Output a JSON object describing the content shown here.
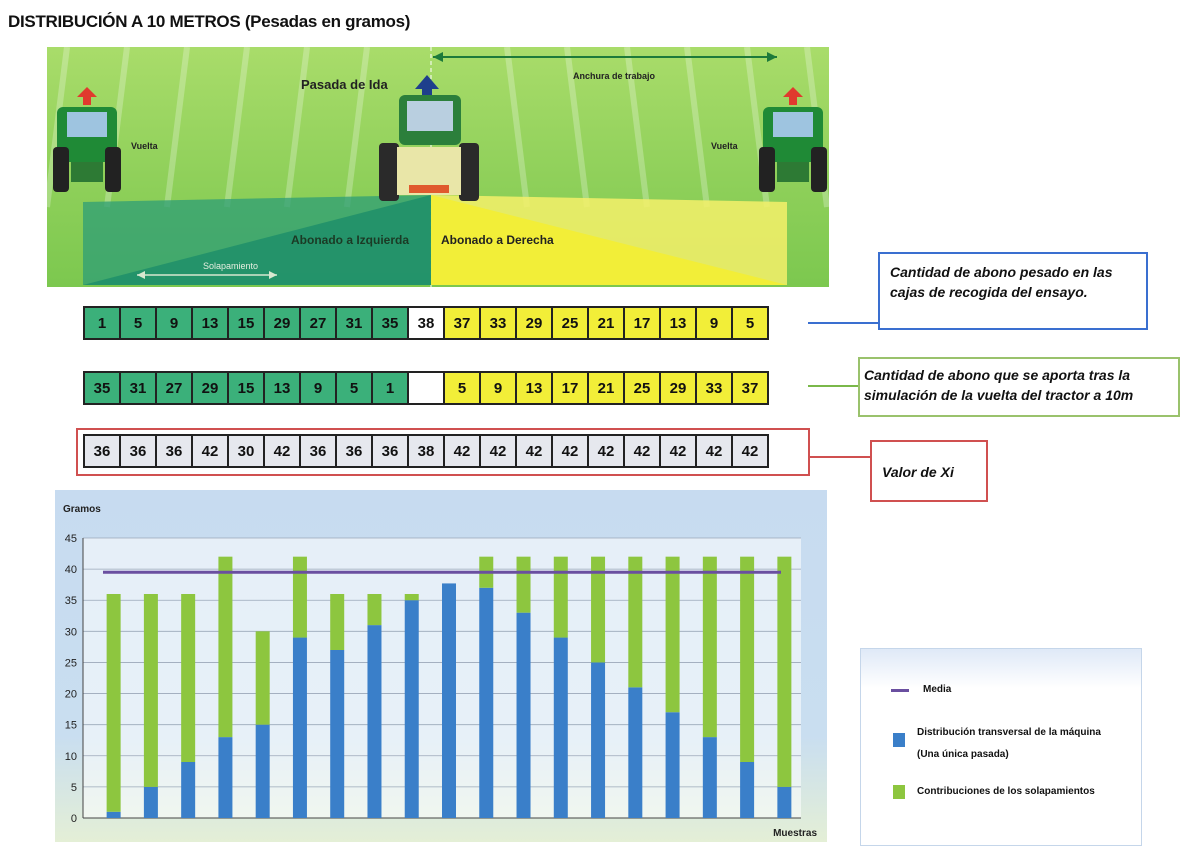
{
  "title": "DISTRIBUCIÓN A 10 METROS (Pesadas en gramos)",
  "diagram": {
    "pasada_label": "Pasada de Ida",
    "anchura_label": "Anchura de trabajo",
    "vuelta_left": "Vuelta",
    "vuelta_right": "Vuelta",
    "izquierda_label": "Abonado a Izquierda",
    "derecha_label": "Abonado a Derecha",
    "solapamiento_label": "Solapamiento"
  },
  "rows": {
    "measured": [
      {
        "v": "1",
        "c": "g"
      },
      {
        "v": "5",
        "c": "g"
      },
      {
        "v": "9",
        "c": "g"
      },
      {
        "v": "13",
        "c": "g"
      },
      {
        "v": "15",
        "c": "g"
      },
      {
        "v": "29",
        "c": "g"
      },
      {
        "v": "27",
        "c": "g"
      },
      {
        "v": "31",
        "c": "g"
      },
      {
        "v": "35",
        "c": "g"
      },
      {
        "v": "38",
        "c": "w"
      },
      {
        "v": "37",
        "c": "y"
      },
      {
        "v": "33",
        "c": "y"
      },
      {
        "v": "29",
        "c": "y"
      },
      {
        "v": "25",
        "c": "y"
      },
      {
        "v": "21",
        "c": "y"
      },
      {
        "v": "17",
        "c": "y"
      },
      {
        "v": "13",
        "c": "y"
      },
      {
        "v": "9",
        "c": "y"
      },
      {
        "v": "5",
        "c": "y"
      }
    ],
    "simulated": [
      {
        "v": "35",
        "c": "g"
      },
      {
        "v": "31",
        "c": "g"
      },
      {
        "v": "27",
        "c": "g"
      },
      {
        "v": "29",
        "c": "g"
      },
      {
        "v": "15",
        "c": "g"
      },
      {
        "v": "13",
        "c": "g"
      },
      {
        "v": "9",
        "c": "g"
      },
      {
        "v": "5",
        "c": "g"
      },
      {
        "v": "1",
        "c": "g"
      },
      {
        "v": "",
        "c": "w"
      },
      {
        "v": "5",
        "c": "y"
      },
      {
        "v": "9",
        "c": "y"
      },
      {
        "v": "13",
        "c": "y"
      },
      {
        "v": "17",
        "c": "y"
      },
      {
        "v": "21",
        "c": "y"
      },
      {
        "v": "25",
        "c": "y"
      },
      {
        "v": "29",
        "c": "y"
      },
      {
        "v": "33",
        "c": "y"
      },
      {
        "v": "37",
        "c": "y"
      }
    ],
    "xi": [
      {
        "v": "36",
        "c": "l"
      },
      {
        "v": "36",
        "c": "l"
      },
      {
        "v": "36",
        "c": "l"
      },
      {
        "v": "42",
        "c": "l"
      },
      {
        "v": "30",
        "c": "l"
      },
      {
        "v": "42",
        "c": "l"
      },
      {
        "v": "36",
        "c": "l"
      },
      {
        "v": "36",
        "c": "l"
      },
      {
        "v": "36",
        "c": "l"
      },
      {
        "v": "38",
        "c": "l"
      },
      {
        "v": "42",
        "c": "l"
      },
      {
        "v": "42",
        "c": "l"
      },
      {
        "v": "42",
        "c": "l"
      },
      {
        "v": "42",
        "c": "l"
      },
      {
        "v": "42",
        "c": "l"
      },
      {
        "v": "42",
        "c": "l"
      },
      {
        "v": "42",
        "c": "l"
      },
      {
        "v": "42",
        "c": "l"
      },
      {
        "v": "42",
        "c": "l"
      }
    ]
  },
  "notes": {
    "note1_line1": "Cantidad de abono pesado en las",
    "note1_line2": "cajas de recogida del ensayo.",
    "note2_line1": "Cantidad de abono que se aporta tras la",
    "note2_line2": "simulación de la vuelta del tractor a 10m",
    "note3": "Valor de Xi"
  },
  "colors": {
    "green_cell": "#3bb07a",
    "yellow_cell": "#f2ee38",
    "bar_blue": "#3a7fc9",
    "bar_green": "#8dc63f",
    "media_line": "#6a4fa0"
  },
  "chart_data": {
    "type": "bar",
    "stacked": true,
    "ylabel": "Gramos",
    "xlabel": "Muestras",
    "ylim": [
      0,
      45
    ],
    "yticks": [
      0,
      5,
      10,
      15,
      20,
      25,
      30,
      35,
      40,
      45
    ],
    "grid": true,
    "legend_position": "right",
    "series": [
      {
        "name": "Distribución transversal de la máquina (Una única pasada)",
        "color": "#3a7fc9",
        "values": [
          1,
          5,
          9,
          13,
          15,
          29,
          27,
          31,
          35,
          37.7,
          37,
          33,
          29,
          25,
          21,
          17,
          13,
          9,
          5
        ]
      },
      {
        "name": "Contribuciones de los solapamientos",
        "color": "#8dc63f",
        "values": [
          35,
          31,
          27,
          29,
          15,
          13,
          9,
          5,
          1,
          0,
          5,
          9,
          13,
          17,
          21,
          25,
          29,
          33,
          37
        ]
      }
    ],
    "mean": {
      "name": "Media",
      "value": 39.5,
      "color": "#6a4fa0"
    }
  },
  "legend": {
    "media": "Media",
    "dist_line1": "Distribución transversal de la máquina",
    "dist_line2": "(Una única pasada)",
    "contrib": "Contribuciones de los solapamientos"
  }
}
